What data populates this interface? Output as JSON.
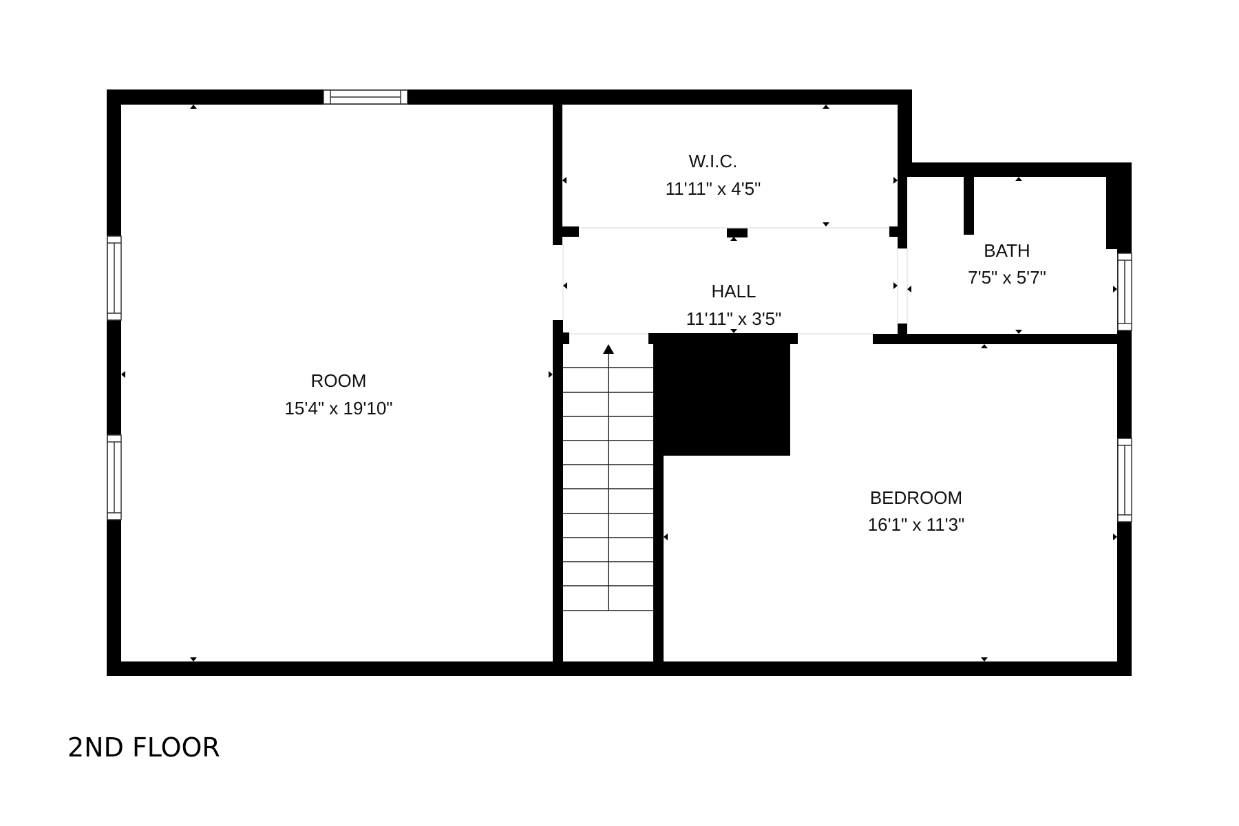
{
  "floor_label": "2ND FLOOR",
  "colors": {
    "wall": "#000000",
    "background": "#ffffff",
    "text": "#111111"
  },
  "rooms": [
    {
      "id": "room",
      "name": "ROOM",
      "dimensions": "15'4\" x 19'10\""
    },
    {
      "id": "wic",
      "name": "W.I.C.",
      "dimensions": "11'11\" x 4'5\""
    },
    {
      "id": "hall",
      "name": "HALL",
      "dimensions": "11'11\" x 3'5\""
    },
    {
      "id": "bath",
      "name": "BATH",
      "dimensions": "7'5\" x 5'7\""
    },
    {
      "id": "bedroom",
      "name": "BEDROOM",
      "dimensions": "16'1\" x 11'3\""
    }
  ],
  "stairs": {
    "direction": "up",
    "steps": 11
  }
}
